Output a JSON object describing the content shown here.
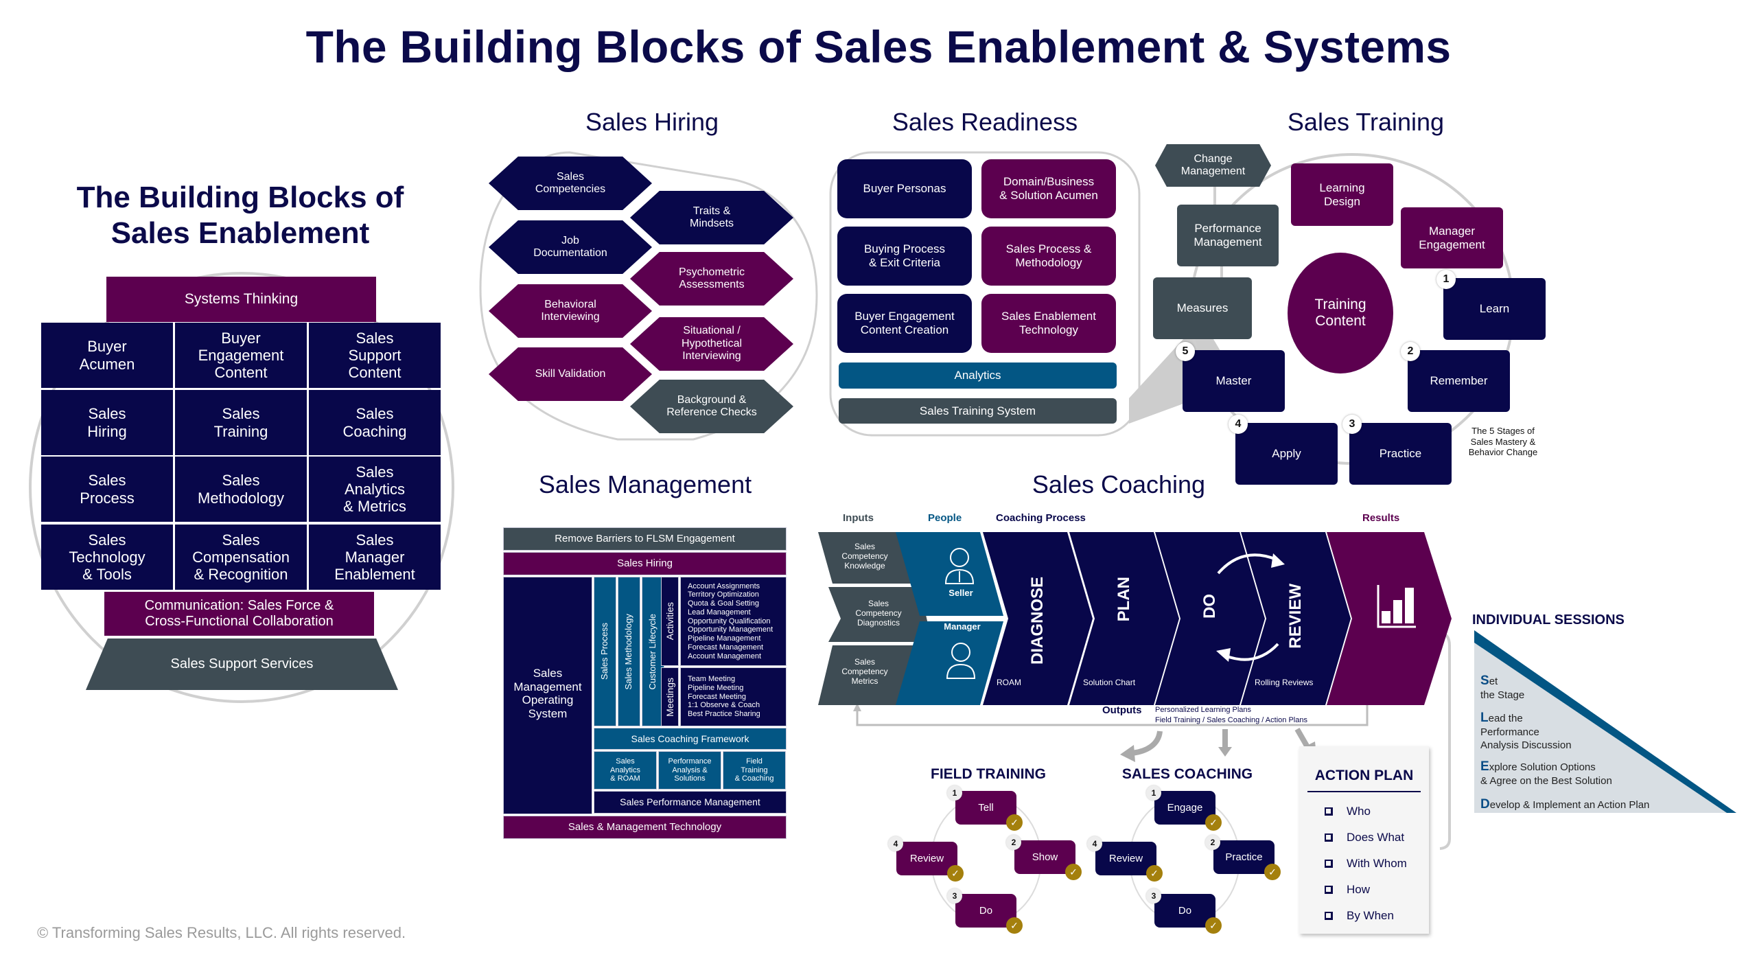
{
  "title": "The Building Blocks of Sales Enablement & Systems",
  "building_blocks": {
    "title": "The Building Blocks of\nSales Enablement",
    "top": "Systems Thinking",
    "grid": [
      "Buyer\nAcumen",
      "Buyer\nEngagement\nContent",
      "Sales\nSupport\nContent",
      "Sales\nHiring",
      "Sales\nTraining",
      "Sales\nCoaching",
      "Sales\nProcess",
      "Sales\nMethodology",
      "Sales\nAnalytics\n& Metrics",
      "Sales\nTechnology\n& Tools",
      "Sales\nCompensation\n& Recognition",
      "Sales\nManager\nEnablement"
    ],
    "communication": "Communication: Sales Force &\nCross-Functional Collaboration",
    "base": "Sales Support Services"
  },
  "hiring": {
    "title": "Sales Hiring",
    "items": [
      {
        "label": "Sales\nCompetencies",
        "color": "navy"
      },
      {
        "label": "Traits &\nMindsets",
        "color": "navy"
      },
      {
        "label": "Job\nDocumentation",
        "color": "navy"
      },
      {
        "label": "Psychometric\nAssessments",
        "color": "plum"
      },
      {
        "label": "Behavioral\nInterviewing",
        "color": "plum"
      },
      {
        "label": "Situational /\nHypothetical\nInterviewing",
        "color": "plum"
      },
      {
        "label": "Skill Validation",
        "color": "plum"
      },
      {
        "label": "Background &\nReference Checks",
        "color": "slate"
      }
    ]
  },
  "readiness": {
    "title": "Sales Readiness",
    "cells": [
      "Buyer Personas",
      "Domain/Business\n& Solution Acumen",
      "Buying Process\n& Exit Criteria",
      "Sales Process &\nMethodology",
      "Buyer Engagement\nContent Creation",
      "Sales Enablement\nTechnology"
    ],
    "analytics": "Analytics",
    "training_system": "Sales Training System"
  },
  "training": {
    "title": "Sales Training",
    "change_management": "Change\nManagement",
    "learning_design": "Learning\nDesign",
    "performance_management": "Performance\nManagement",
    "manager_engagement": "Manager\nEngagement",
    "measures": "Measures",
    "center": "Training\nContent",
    "stages": [
      {
        "n": "1",
        "label": "Learn"
      },
      {
        "n": "2",
        "label": "Remember"
      },
      {
        "n": "3",
        "label": "Practice"
      },
      {
        "n": "4",
        "label": "Apply"
      },
      {
        "n": "5",
        "label": "Master"
      }
    ],
    "caption": "The 5 Stages of\nSales Mastery &\nBehavior Change"
  },
  "management": {
    "title": "Sales Management",
    "remove_barriers": "Remove Barriers to FLSM Engagement",
    "hiring": "Sales Hiring",
    "operating_system": "Sales\nManagement\nOperating\nSystem",
    "verticals": [
      "Sales Process",
      "Sales Methodology",
      "Customer Lifecycle"
    ],
    "activities_label": "Activities",
    "activities": [
      "Account Assignments",
      "Territory Optimization",
      "Quota & Goal Setting",
      "Lead Management",
      "Opportunity Qualification",
      "Opportunity Management",
      "Pipeline Management",
      "Forecast Management",
      "Account Management"
    ],
    "meetings_label": "Meetings",
    "meetings": [
      "Team Meeting",
      "Pipeline Meeting",
      "Forecast Meeting",
      "1:1 Observe & Coach",
      "Best Practice Sharing"
    ],
    "coaching_framework": "Sales Coaching Framework",
    "sub": [
      "Sales\nAnalytics\n& ROAM",
      "Performance\nAnalysis &\nSolutions",
      "Field\nTraining\n& Coaching"
    ],
    "performance": "Sales Performance Management",
    "technology": "Sales & Management Technology"
  },
  "coaching": {
    "title": "Sales Coaching",
    "headers": {
      "inputs": "Inputs",
      "people": "People",
      "process": "Coaching Process",
      "results": "Results"
    },
    "inputs": [
      "Sales\nCompetency\nKnowledge",
      "Sales\nCompetency\nDiagnostics",
      "Sales\nCompetency\nMetrics"
    ],
    "people": [
      "Seller",
      "Manager"
    ],
    "steps": [
      {
        "label": "DIAGNOSE",
        "sub": "ROAM"
      },
      {
        "label": "PLAN",
        "sub": "Solution Chart"
      },
      {
        "label": "DO",
        "sub": ""
      },
      {
        "label": "REVIEW",
        "sub": "Rolling Reviews"
      }
    ],
    "outputs_label": "Outputs",
    "outputs": [
      "Personalized Learning Plans",
      "Field Training / Sales Coaching / Action Plans"
    ],
    "colors": {
      "navy": "#08074a",
      "plum": "#5c004f",
      "slate": "#3e4c54",
      "teal": "#035684",
      "gold": "#a4800d"
    }
  },
  "field_training": {
    "title": "FIELD TRAINING",
    "steps": [
      {
        "n": "1",
        "label": "Tell"
      },
      {
        "n": "2",
        "label": "Show"
      },
      {
        "n": "3",
        "label": "Do"
      },
      {
        "n": "4",
        "label": "Review"
      }
    ]
  },
  "sales_coaching_cycle": {
    "title": "SALES COACHING",
    "steps": [
      {
        "n": "1",
        "label": "Engage"
      },
      {
        "n": "2",
        "label": "Practice"
      },
      {
        "n": "3",
        "label": "Do"
      },
      {
        "n": "4",
        "label": "Review"
      }
    ]
  },
  "action_plan": {
    "title": "ACTION PLAN",
    "items": [
      "Who",
      "Does What",
      "With Whom",
      "How",
      "By When"
    ]
  },
  "individual_sessions": {
    "title": "INDIVIDUAL SESSIONS",
    "steps": [
      {
        "initial": "S",
        "rest": "et\nthe Stage"
      },
      {
        "initial": "L",
        "rest": "ead the\nPerformance\nAnalysis Discussion"
      },
      {
        "initial": "E",
        "rest": "xplore Solution Options\n& Agree on the Best Solution"
      },
      {
        "initial": "D",
        "rest": "evelop & Implement an Action Plan"
      }
    ]
  },
  "copyright": "© Transforming Sales Results, LLC. All rights reserved."
}
